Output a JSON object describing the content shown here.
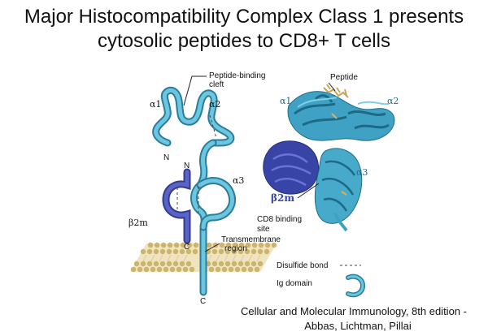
{
  "title_line1": "Major Histocompatibility Complex Class 1 presents",
  "title_line2": "cytosolic peptides to CD8+ T cells",
  "schematic": {
    "peptide_binding_cleft_line1": "Peptide-binding",
    "peptide_binding_cleft_line2": "cleft",
    "alpha1": "α1",
    "alpha2": "α2",
    "alpha3": "α3",
    "beta2m": "β2m",
    "n_term_top": "N",
    "n_term_b2m": "N",
    "c_term_b2m": "C",
    "c_term_chain": "C",
    "transmembrane_line1": "Transmembrane",
    "transmembrane_line2": "region"
  },
  "structure": {
    "peptide": "Peptide",
    "alpha1": "α1",
    "alpha2": "α2",
    "alpha3": "α3",
    "beta2m": "β2m",
    "cd8_site_line1": "CD8 binding",
    "cd8_site_line2": "site"
  },
  "legend": {
    "disulfide": "Disulfide bond",
    "ig_domain": "Ig domain"
  },
  "citation_line1": "Cellular and Molecular Immunology, 8th edition -",
  "citation_line2": "Abbas, Lichtman, Pillai",
  "colors": {
    "heavy_chain": "#4fb3cf",
    "b2m": "#4a54b8",
    "membrane": "#d8c48a",
    "disulfide": "#444444"
  }
}
